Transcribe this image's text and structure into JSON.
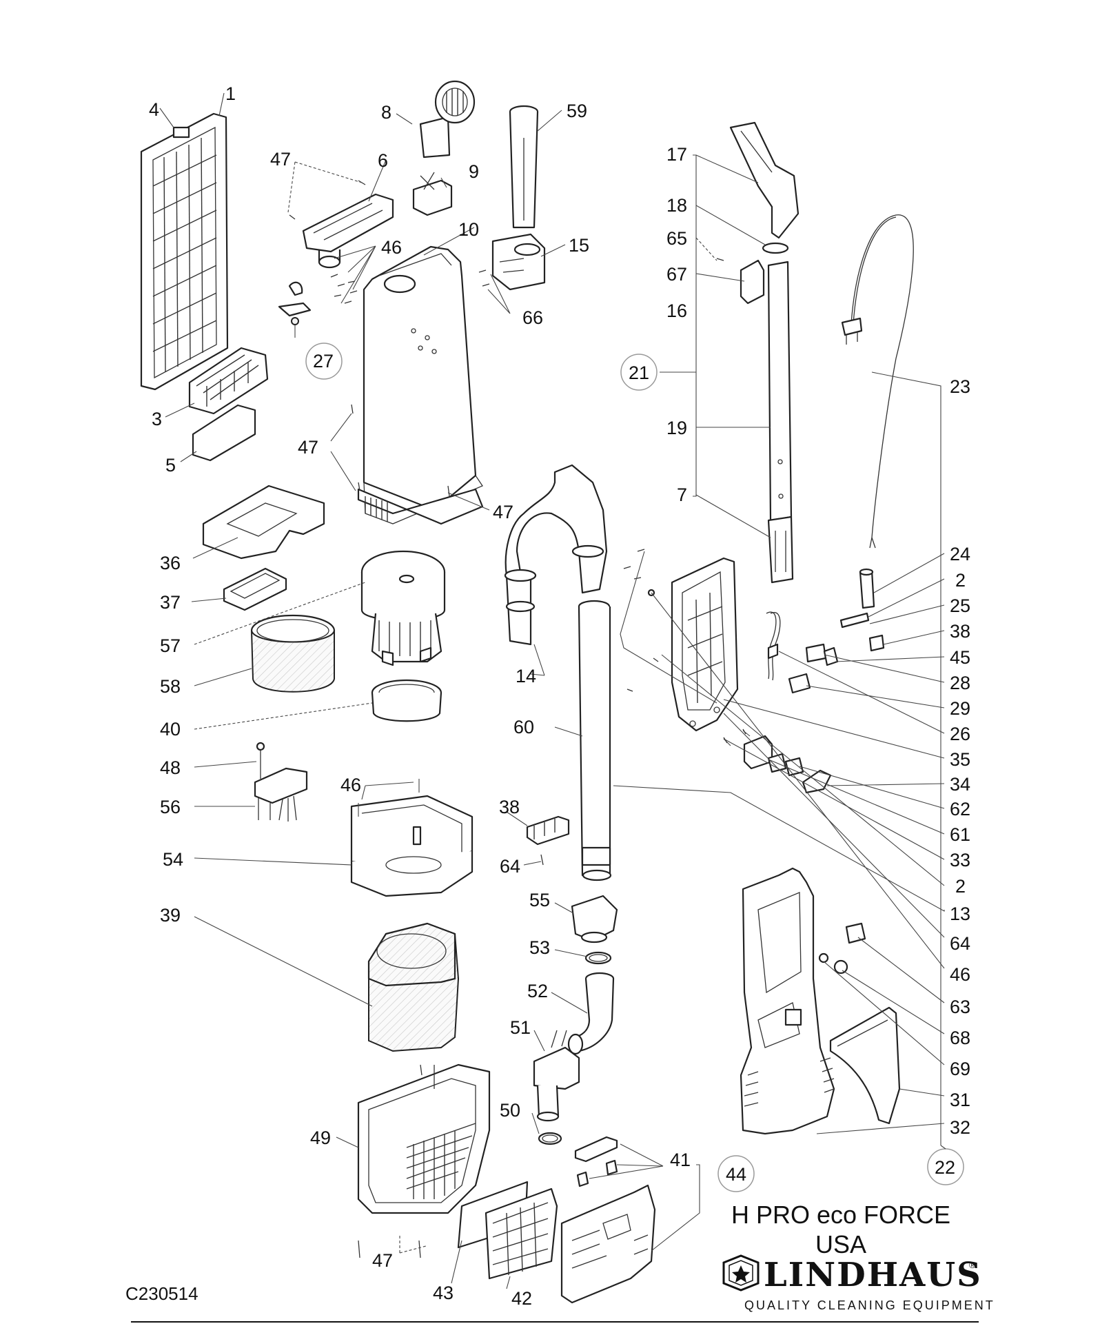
{
  "title": {
    "model": "H PRO eco FORCE",
    "region": "USA"
  },
  "brand": {
    "name": "LINDHAUS",
    "registered": "®",
    "tagline": "QUALITY CLEANING EQUIPMENT"
  },
  "doc_code": "C230514",
  "callouts": {
    "c1": "1",
    "c4": "4",
    "c3": "3",
    "c5": "5",
    "c47a": "47",
    "c6": "6",
    "c46a": "46",
    "c27": "27",
    "c8": "8",
    "c9": "9",
    "c10": "10",
    "c59": "59",
    "c15": "15",
    "c66": "66",
    "c47b": "47",
    "c47c": "47",
    "c17": "17",
    "c18": "18",
    "c65": "65",
    "c67": "67",
    "c16": "16",
    "c21": "21",
    "c19": "19",
    "c7": "7",
    "c23": "23",
    "c24": "24",
    "c2a": "2",
    "c25": "25",
    "c38a": "38",
    "c45": "45",
    "c28": "28",
    "c29": "29",
    "c26": "26",
    "c35": "35",
    "c34": "34",
    "c62": "62",
    "c61": "61",
    "c33": "33",
    "c2b": "2",
    "c13": "13",
    "c64a": "64",
    "c46c": "46",
    "c63": "63",
    "c68": "68",
    "c69": "69",
    "c31": "31",
    "c32": "32",
    "c22": "22",
    "c36": "36",
    "c37": "37",
    "c57": "57",
    "c58": "58",
    "c40": "40",
    "c48": "48",
    "c56": "56",
    "c46b": "46",
    "c54": "54",
    "c39": "39",
    "c49": "49",
    "c14": "14",
    "c60": "60",
    "c38b": "38",
    "c64b": "64",
    "c55": "55",
    "c53": "53",
    "c52": "52",
    "c51": "51",
    "c50": "50",
    "c41": "41",
    "c44": "44",
    "c47d": "47",
    "c43": "43",
    "c42": "42"
  },
  "icons": [
    "lindhaus-logo-icon"
  ]
}
